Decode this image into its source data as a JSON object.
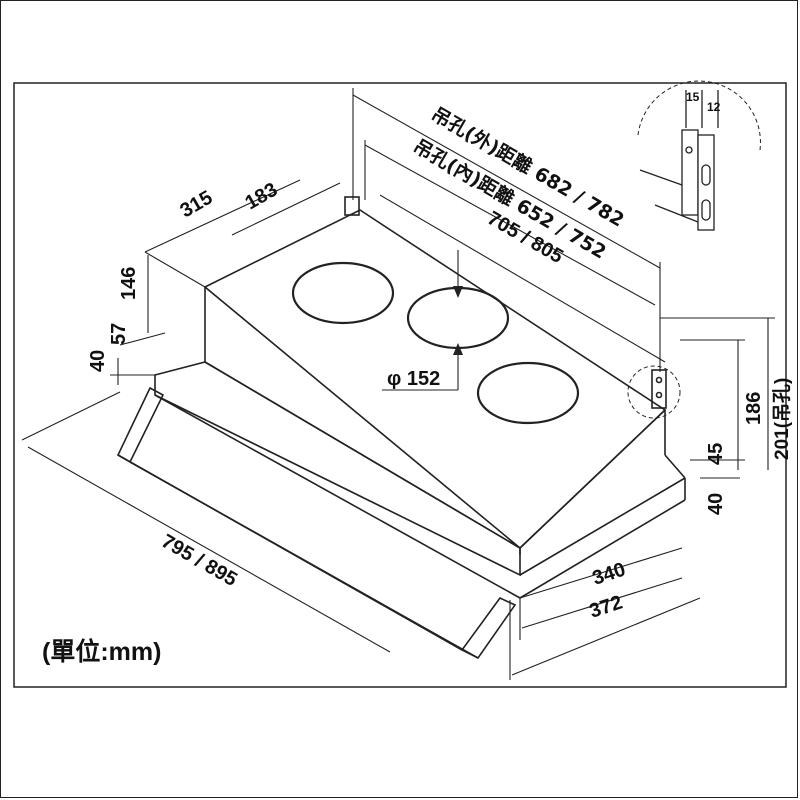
{
  "units_label": "(單位:mm)",
  "dimensions": {
    "outer_hole_distance": "吊孔(外)距離 682 / 782",
    "inner_hole_distance": "吊孔(內)距離 652 / 752",
    "depth_top": "315",
    "depth_mid": "183",
    "width_body": "705 / 805",
    "height_body": "146",
    "front_offset": "57",
    "front_height": "40",
    "duct_diameter": "φ 152",
    "height_total": "186",
    "height_hanging": "201(吊孔)",
    "rear_offset": "45",
    "rear_height": "40",
    "depth_inner": "340",
    "depth_outer": "372",
    "width_overall": "795 / 895"
  },
  "bracket_detail": {
    "left_dim": "15",
    "right_dim": "12"
  }
}
